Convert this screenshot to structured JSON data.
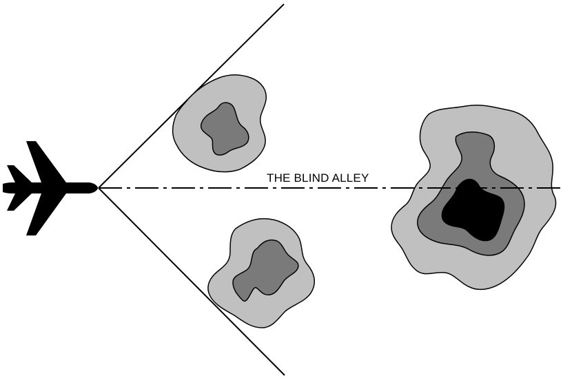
{
  "diagram": {
    "label": "THE BLIND ALLEY",
    "colors": {
      "background": "#ffffff",
      "line": "#000000",
      "light_shade": "#c0c0c0",
      "mid_shade": "#7a7a7a",
      "dark_shade": "#000000",
      "aircraft": "#000000"
    },
    "icons": {
      "aircraft": "airplane-icon"
    },
    "elements": [
      "aircraft",
      "forward-view-cone",
      "cloud-upper-left",
      "cloud-lower-left",
      "cloud-right",
      "blind-alley-centerline"
    ]
  }
}
